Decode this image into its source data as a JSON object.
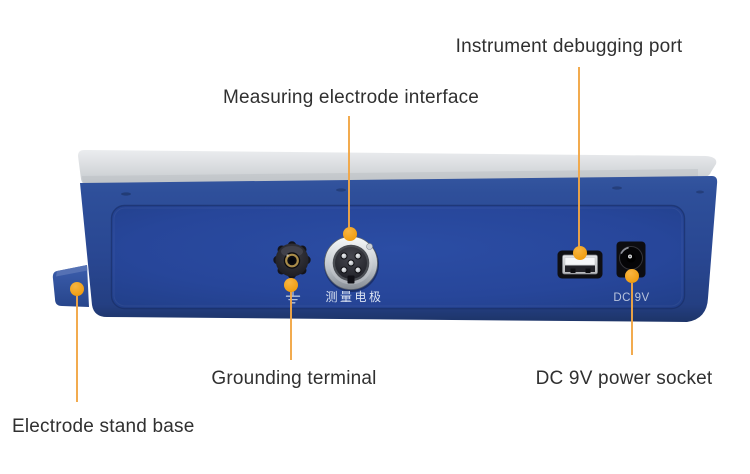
{
  "page": {
    "background": "#ffffff"
  },
  "colors": {
    "accent_orange": "#F2A31E",
    "callout_line_orange": "#F1A646",
    "label_text": "#303030",
    "body_blue": "#2B4C97",
    "panel_blue": "#26459B",
    "top_cover_gray": "#D9DBDE",
    "connector_chrome": "#C9CDD2",
    "print_text": "#D9E1F0"
  },
  "callouts": {
    "debug_port": {
      "label": "Instrument debugging port"
    },
    "electrode_interface": {
      "label": "Measuring electrode interface"
    },
    "grounding_terminal": {
      "label": "Grounding terminal"
    },
    "power_socket": {
      "label": "DC 9V power socket"
    },
    "stand_base": {
      "label": "Electrode stand base"
    }
  },
  "device": {
    "prints": {
      "measuring_electrode": "测量电极",
      "dc_9v": "DC 9V"
    },
    "icons": {
      "ground_symbol": "earth-ground-icon"
    }
  }
}
